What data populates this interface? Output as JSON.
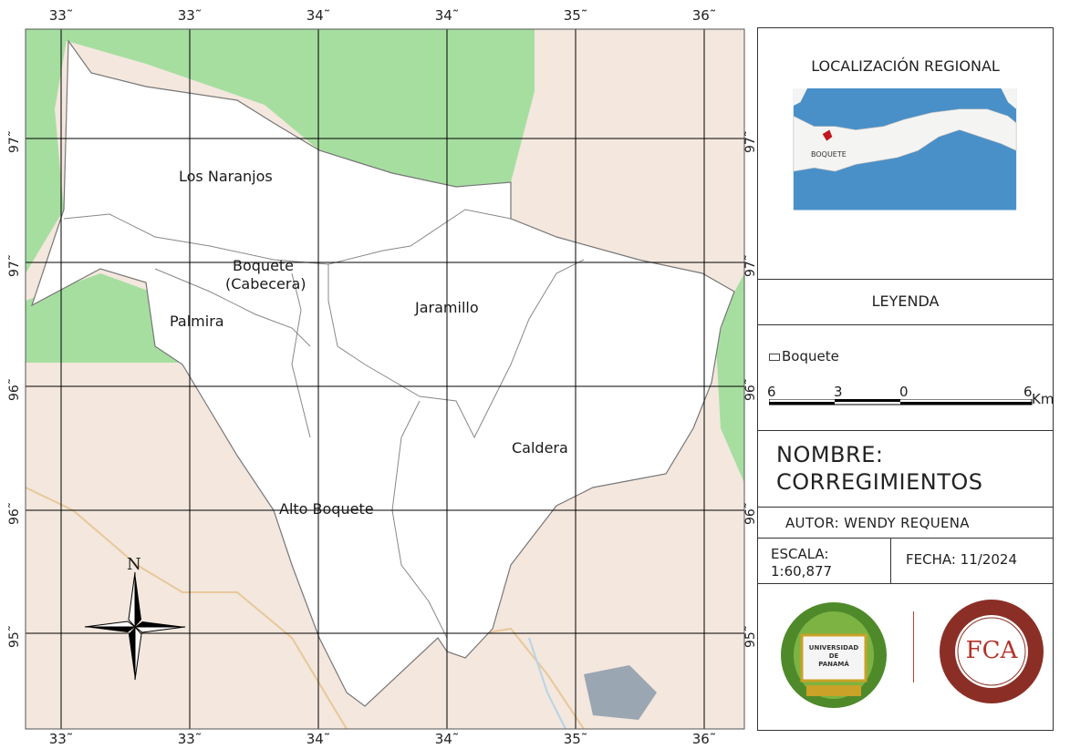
{
  "map": {
    "top_ticks": [
      "33˜",
      "33˜",
      "34˜",
      "34˜",
      "35˜",
      "36˜"
    ],
    "bottom_ticks": [
      "33˜",
      "33˜",
      "34˜",
      "34˜",
      "35˜",
      "36˜"
    ],
    "left_ticks": [
      "97˜",
      "97˜",
      "96˜",
      "96˜",
      "95˜"
    ],
    "right_ticks": [
      "97˜",
      "97˜",
      "96˜",
      "96˜",
      "95˜"
    ],
    "places": {
      "los_naranjos": "Los Naranjos",
      "boquete_1": "Boquete",
      "boquete_2": "(Cabecera)",
      "palmira": "Palmira",
      "jaramillo": "Jaramillo",
      "caldera": "Caldera",
      "alto_boquete": "Alto Boquete"
    },
    "north_label": "N",
    "colors": {
      "forest": "#a6dea0",
      "land": "#f3e7de",
      "district": "#ffffff",
      "grid": "#000000"
    }
  },
  "panel": {
    "regional_title": "LOCALIZACIÓN REGIONAL",
    "regional_marker": "BOQUETE",
    "legend_title": "LEYENDA",
    "legend_item": "Boquete",
    "scale_numbers": [
      "6",
      "3",
      "0",
      "6"
    ],
    "scale_unit": "Km",
    "name_line1": "NOMBRE:",
    "name_line2": "CORREGIMIENTOS",
    "author": "AUTOR: WENDY REQUENA",
    "scale_label": "ESCALA:",
    "scale_value": "1:60,877",
    "date": "FECHA: 11/2024",
    "logo_left": {
      "line1": "UNIVERSIDAD",
      "line2": "DE",
      "line3": "PANAMÁ"
    },
    "logo_right": {
      "initials": "FCA"
    }
  }
}
